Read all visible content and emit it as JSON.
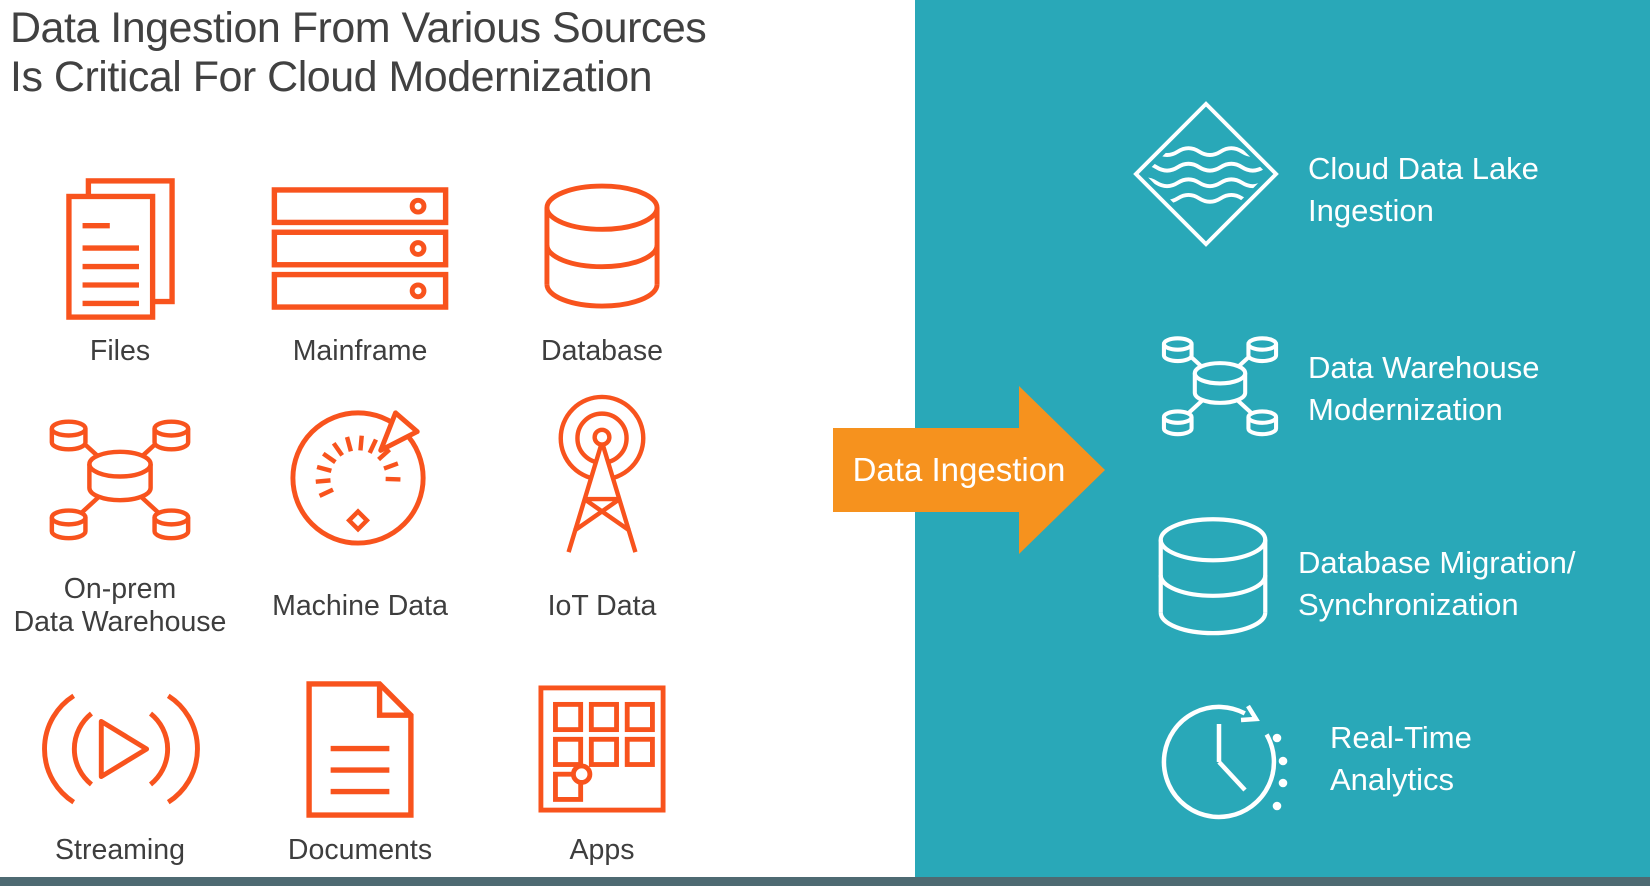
{
  "title": {
    "line1": "Data Ingestion From Various Sources",
    "line2": "Is Critical For Cloud Modernization"
  },
  "sources": [
    {
      "label": "Files",
      "icon": "files-icon"
    },
    {
      "label": "Mainframe",
      "icon": "mainframe-icon"
    },
    {
      "label": "Database",
      "icon": "database-icon"
    },
    {
      "label": "On-prem",
      "label2": "Data Warehouse",
      "icon": "on-prem-data-warehouse-icon"
    },
    {
      "label": "Machine Data",
      "icon": "machine-data-gauge-icon"
    },
    {
      "label": "IoT Data",
      "icon": "iot-radio-tower-icon"
    },
    {
      "label": "Streaming",
      "icon": "streaming-play-icon"
    },
    {
      "label": "Documents",
      "icon": "document-page-icon"
    },
    {
      "label": "Apps",
      "icon": "apps-grid-icon"
    }
  ],
  "arrow": {
    "label": "Data Ingestion"
  },
  "destinations": [
    {
      "line1": "Cloud Data Lake",
      "line2": "Ingestion",
      "icon": "data-lake-diamond-icon"
    },
    {
      "line1": "Data Warehouse",
      "line2": "Modernization",
      "icon": "warehouse-network-icon"
    },
    {
      "line1": "Database Migration/",
      "line2": "Synchronization",
      "icon": "database-cylinder-icon"
    },
    {
      "line1": "Real-Time",
      "line2": "Analytics",
      "icon": "realtime-clock-icon"
    }
  ],
  "colors": {
    "teal": "#29A8B8",
    "icon-orange": "#F8531D",
    "arrow-orange": "#F6921E",
    "footer": "#4E6A72",
    "ink": "#3E3E3E"
  }
}
